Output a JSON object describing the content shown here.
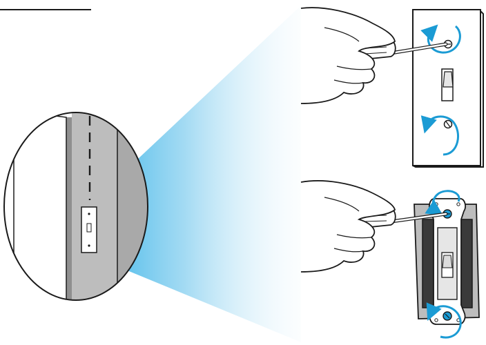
{
  "illustration": {
    "subject": "wall-switch-cover-plate-removal",
    "panels": [
      {
        "id": "wall-closeup",
        "icon": "magnifier-circle-icon"
      },
      {
        "id": "unscrew-cover-plate",
        "icon": "screwdriver-icon"
      },
      {
        "id": "unscrew-switch-mounting",
        "icon": "screwdriver-icon"
      }
    ],
    "colors": {
      "ink": "#1a1a1a",
      "wall_gray": "#bdbdbd",
      "wall_dark": "#8f8f8f",
      "rotate_arrow": "#1b9bd4",
      "beam_start": "#2aaee6",
      "beam_end": "#e9f6fc",
      "box_dark": "#3a3a3a"
    }
  }
}
